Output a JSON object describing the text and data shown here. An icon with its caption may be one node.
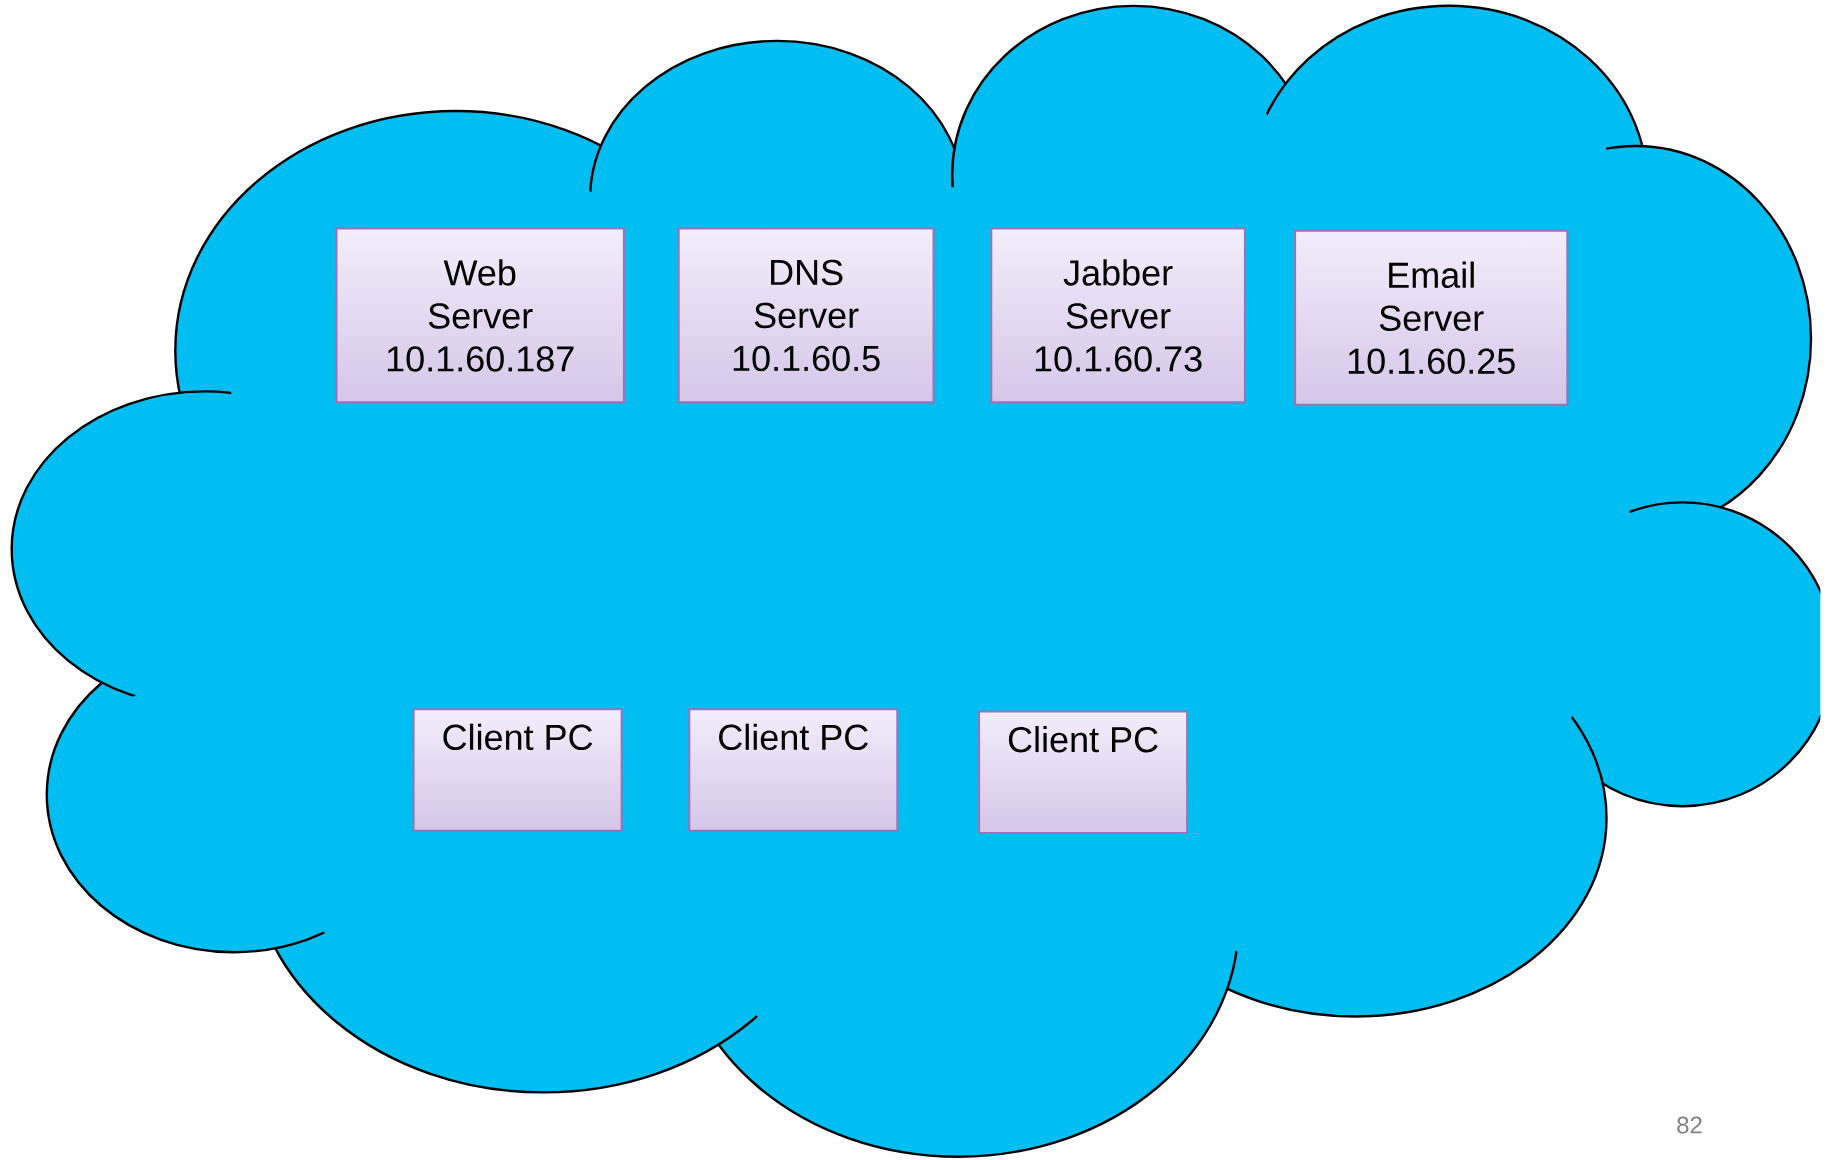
{
  "diagram": {
    "nodes": [
      {
        "text": [],
        "shape": "cloud"
      },
      {
        "text": [
          "Web Server",
          "10.1.60.187"
        ],
        "in": 0
      },
      {
        "text": [
          "DNS Server",
          "10.1.60.5"
        ],
        "in": 0
      },
      {
        "text": [
          "Jabber Server",
          "10.1.60.73"
        ],
        "in": 0
      },
      {
        "text": [
          "Email Server",
          "10.1.60.25"
        ],
        "in": 0
      },
      {
        "text": [
          "Client PC"
        ],
        "in": 0
      },
      {
        "text": [
          "Client PC"
        ],
        "in": 0
      },
      {
        "text": [
          "Client PC"
        ],
        "in": 0
      }
    ],
    "edges": [],
    "labels": [
      "82"
    ]
  }
}
